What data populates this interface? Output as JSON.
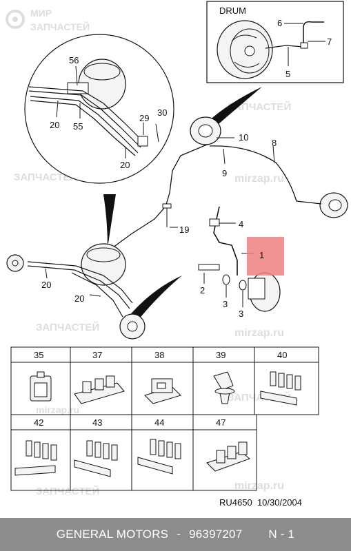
{
  "inset": {
    "title": "DRUM",
    "callouts": [
      "6",
      "7",
      "5"
    ]
  },
  "booster_inset": {
    "callouts": [
      "56",
      "20",
      "55",
      "29",
      "30",
      "20"
    ]
  },
  "main_callouts": [
    "10",
    "8",
    "9",
    "19",
    "4",
    "1",
    "2",
    "3",
    "3",
    "20",
    "20"
  ],
  "parts_grid": {
    "row1": [
      "35",
      "37",
      "38",
      "39",
      "40"
    ],
    "row2": [
      "42",
      "43",
      "44",
      "47"
    ]
  },
  "watermark": {
    "line1": "МИР",
    "line2": "ЗАПЧАСТЕЙ",
    "url": "mirzap.ru"
  },
  "highlight_color": "#f08080",
  "footer": {
    "code": "RU4650",
    "date": "10/30/2004",
    "brand": "GENERAL MOTORS",
    "separator": "-",
    "part_number": "96397207",
    "page": "N - 1"
  }
}
